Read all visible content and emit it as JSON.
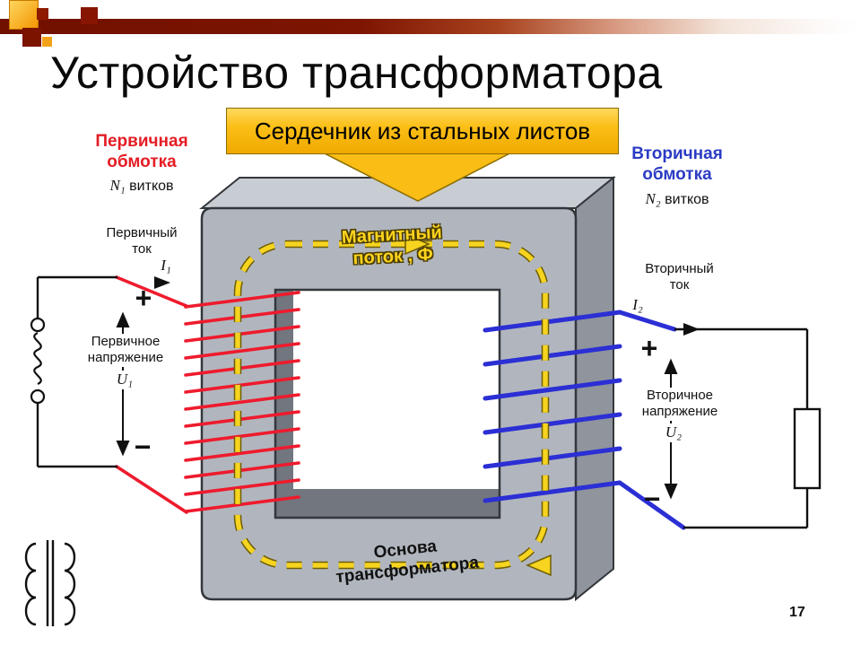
{
  "slide": {
    "title": "Устройство трансформатора",
    "page_number": "17"
  },
  "callout": {
    "text": "Сердечник из стальных листов"
  },
  "flux": {
    "line1": "Магнитный",
    "line2": "поток , Ф"
  },
  "core_base": {
    "line1": "Основа",
    "line2": "трансформатора"
  },
  "primary": {
    "winding_line1": "Первичная",
    "winding_line2": "обмотка",
    "turns_symbol": "N₁",
    "turns_word": "витков",
    "current_line1": "Первичный",
    "current_line2": "ток",
    "current_symbol": "I₁",
    "plus": "+",
    "voltage_line1": "Первичное",
    "voltage_line2": "напряжение",
    "voltage_symbol": "U₁",
    "minus": "−"
  },
  "secondary": {
    "winding_line1": "Вторичная",
    "winding_line2": "обмотка",
    "turns_symbol": "N₂",
    "turns_word": "витков",
    "current_line1": "Вторичный",
    "current_line2": "ток",
    "current_symbol": "I₂",
    "plus": "+",
    "voltage_line1": "Вторичное",
    "voltage_line2": "напряжение",
    "voltage_symbol": "U₂",
    "minus": "−"
  },
  "colors": {
    "primary_winding": "#ee1b2d",
    "secondary_winding": "#2b2fd4",
    "flux_yellow": "#f6d41f",
    "callout_gold": "#fbbf17",
    "core_gray": "#b1b6be",
    "header_maroon": "#701000"
  }
}
